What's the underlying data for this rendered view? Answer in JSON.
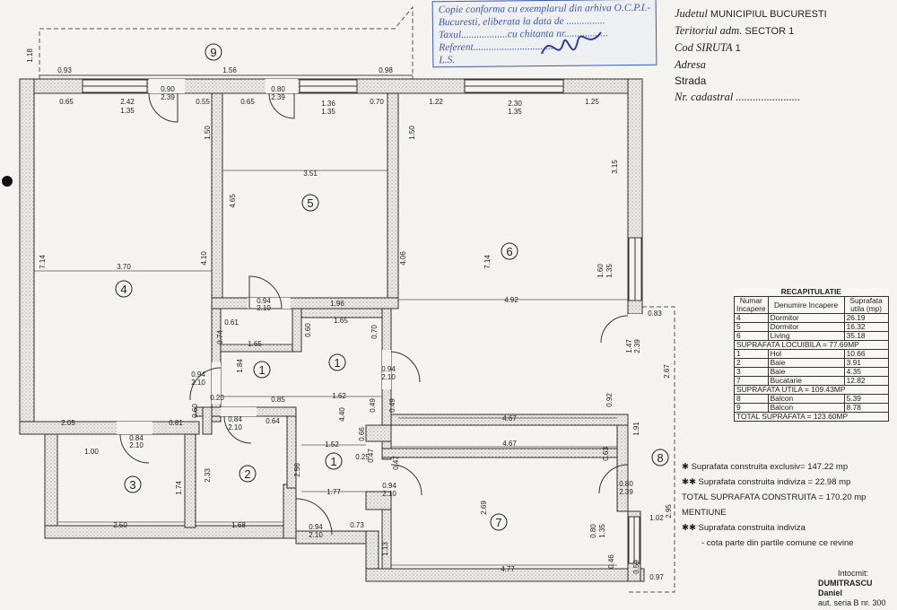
{
  "stamp": {
    "lines": [
      "Copie conforma cu exemplarul din arhiva O.C.P.I.-",
      "Bucuresti, eliberata la data de ...............",
      "Taxul..................cu chitanta nr.................",
      "Referent...............................",
      "L.S."
    ]
  },
  "header": {
    "judet_label": "Judetul",
    "judet_value": "MUNICIPIUL BUCURESTI",
    "teritoriu_label": "Teritoriul adm.",
    "teritoriu_value": "SECTOR 1",
    "siruta_label": "Cod SIRUTA",
    "siruta_value": "1",
    "adresa_label": "Adresa",
    "strada_label": "Strada",
    "cadastral_label": "Nr. cadastral ......................."
  },
  "rooms": {
    "r1": "1",
    "r2": "2",
    "r3": "3",
    "r4": "4",
    "r5": "5",
    "r6": "6",
    "r7": "7",
    "r8": "8",
    "r9": "9"
  },
  "dims": {
    "d118": "1.18",
    "d093": "0.93",
    "d156": "1.56",
    "d098": "0.98",
    "d065a": "0.65",
    "d242": "2.42",
    "d135a": "1.35",
    "d090": "0.90",
    "d239a": "2.39",
    "d055": "0.55",
    "d080a": "0.80",
    "d239b": "2.39",
    "d065b": "0.65",
    "d136": "1.36",
    "d135b": "1.35",
    "d070a": "0.70",
    "d122": "1.22",
    "d230": "2.30",
    "d135c": "1.35",
    "d125": "1.25",
    "d150a": "1.50",
    "d150b": "1.50",
    "d465": "4.65",
    "d351": "3.51",
    "d315": "3.15",
    "d714a": "7.14",
    "d370": "3.70",
    "d410": "4.10",
    "d406": "4.06",
    "d714b": "7.14",
    "d160": "1.60",
    "d135d": "1.35",
    "d094a": "0.94",
    "d210a": "2.10",
    "d196": "1.96",
    "d492": "4.92",
    "d083": "0.83",
    "d061": "0.61",
    "d074": "0.74",
    "d165a": "1.65",
    "d060a": "0.60",
    "d165b": "1.65",
    "d070b": "0.70",
    "d184": "1.84",
    "d147": "1.47",
    "d239c": "2.39",
    "d094b": "0.94",
    "d210b": "2.10",
    "d094c": "0.94",
    "d210c": "2.10",
    "d020": "0.20",
    "d060b": "0.60",
    "d085": "0.85",
    "d162": "1.62",
    "d049a": "0.49",
    "d049b": "0.49",
    "d092": "0.92",
    "d267": "2.67",
    "d440": "4.40",
    "d467a": "4.67",
    "d205": "2.05",
    "d081": "0.81",
    "d084a": "0.84",
    "d210d": "2.10",
    "d084b": "0.84",
    "d210e": "2.10",
    "d064": "0.64",
    "d066": "0.66",
    "d152": "1.52",
    "d467b": "4.67",
    "d191": "1.91",
    "d100": "1.00",
    "d025": "0.25",
    "d047a": "0.47",
    "d047b": "0.47",
    "d063": "0.63",
    "d233": "2.33",
    "d256": "2.56",
    "d174": "1.74",
    "d080b": "0.80",
    "d239d": "2.39",
    "d295": "2.95",
    "d177": "1.77",
    "d094d": "0.94",
    "d210f": "2.10",
    "d269": "2.69",
    "d102": "1.02",
    "d080c": "0.80",
    "d135e": "1.35",
    "d250": "2.50",
    "d168": "1.68",
    "d094e": "0.94",
    "d210g": "2.10",
    "d073": "0.73",
    "d113": "1.13",
    "d046": "0.46",
    "d059": "0.59",
    "d477": "4.77",
    "d097": "0.97"
  },
  "recap": {
    "title": "RECAPITULATIE",
    "col_nr": "Numar Incapere",
    "col_name": "Denumire Incapere",
    "col_area": "Suprafata utila (mp)",
    "rows_a": [
      {
        "nr": "4",
        "name": "Dormitor",
        "area": "26.19"
      },
      {
        "nr": "5",
        "name": "Dormitor",
        "area": "16.32"
      },
      {
        "nr": "6",
        "name": "Living",
        "area": "35.18"
      }
    ],
    "sum_locuibila": "SUPRAFATA LOCUIBILA = 77.69mp",
    "rows_b": [
      {
        "nr": "1",
        "name": "Hol",
        "area": "10.66"
      },
      {
        "nr": "2",
        "name": "Baie",
        "area": "3.91"
      },
      {
        "nr": "3",
        "name": "Baie",
        "area": "4.35"
      },
      {
        "nr": "7",
        "name": "Bucatarie",
        "area": "12.82"
      }
    ],
    "sum_utila": "SUPRAFATA UTILA = 109.43mp",
    "rows_c": [
      {
        "nr": "8",
        "name": "Balcon",
        "area": "5.39"
      },
      {
        "nr": "9",
        "name": "Balcon",
        "area": "8.78"
      }
    ],
    "sum_total": "TOTAL SUPRAFATA = 123.60mp"
  },
  "notes": {
    "excl": "✱ Suprafata construita exclusiv= 147.22 mp",
    "indiv": "✱✱ Suprafata construita indiviza = 22.98 mp",
    "total": "TOTAL SUPRAFATA CONSTRUITA = 170.20 mp",
    "mentiune": "MENTIUNE",
    "m1": "✱✱ Suprafata construita indiviza",
    "m2": "- cota parte din partile comune ce revine"
  },
  "signature": {
    "label": "Intocmit:",
    "name": "DUMITRASCU Daniel",
    "aut": "aut. seria B nr. 300"
  }
}
